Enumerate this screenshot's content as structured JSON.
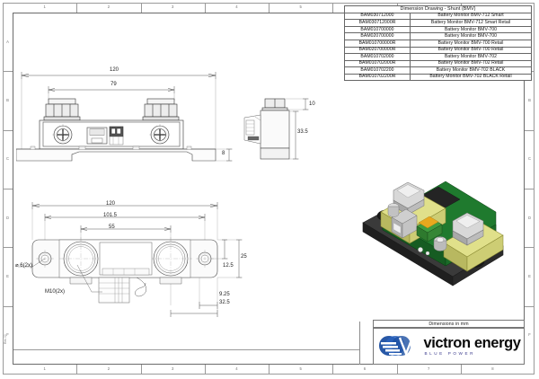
{
  "sheet": {
    "zone_columns": [
      "1",
      "2",
      "3",
      "4",
      "5",
      "6",
      "7",
      "8"
    ],
    "zone_rows": [
      "A",
      "B",
      "C",
      "D",
      "E",
      "F"
    ],
    "revision_label": "Rev 00"
  },
  "parts_table": {
    "title": "Dimension Drawing - Shunt (BMV)",
    "rows": [
      {
        "code": "BAM030712000",
        "description": "Battery Monitor BMV-712 Smart"
      },
      {
        "code": "BAM030712000R",
        "description": "Battery Monitor BMV-712 Smart Retail"
      },
      {
        "code": "BAM010700000",
        "description": "Battery Monitor BMV-700"
      },
      {
        "code": "BAM020700000",
        "description": "Battery Monitor BMV-700"
      },
      {
        "code": "BAM010700000R",
        "description": "Battery Monitor BMV-700 Retail"
      },
      {
        "code": "BAM020700000R",
        "description": "Battery Monitor BMV-700 Retail"
      },
      {
        "code": "BAM010702000",
        "description": "Battery Monitor BMV-702"
      },
      {
        "code": "BAM010702000R",
        "description": "Battery Monitor BMV-702 Retail"
      },
      {
        "code": "BAM010702200",
        "description": "Battery Monitor BMV-702 BLACK"
      },
      {
        "code": "BAM010702200R",
        "description": "Battery Monitor BMV-702 BLACK Retail"
      }
    ]
  },
  "front_view": {
    "dim_overall_width": "120",
    "dim_body_width": "79",
    "dim_base_height": "8"
  },
  "side_view": {
    "dim_terminal_height": "10",
    "dim_overall_height": "33.5"
  },
  "plan_view": {
    "dim_overall_length": "120",
    "dim_hole_centres": "101.5",
    "dim_stud_centres": "55",
    "dim_overall_depth": "25",
    "dim_half_depth": "12.5",
    "dim_edge_offset": "9.25",
    "dim_stud_edge": "32.5",
    "note_hole": "⌀ 6(2x)",
    "note_thread": "M10(2x)"
  },
  "title_block": {
    "dimensions_note": "Dimensions in mm",
    "brand_name": "victron energy",
    "brand_tagline": "BLUE POWER"
  }
}
